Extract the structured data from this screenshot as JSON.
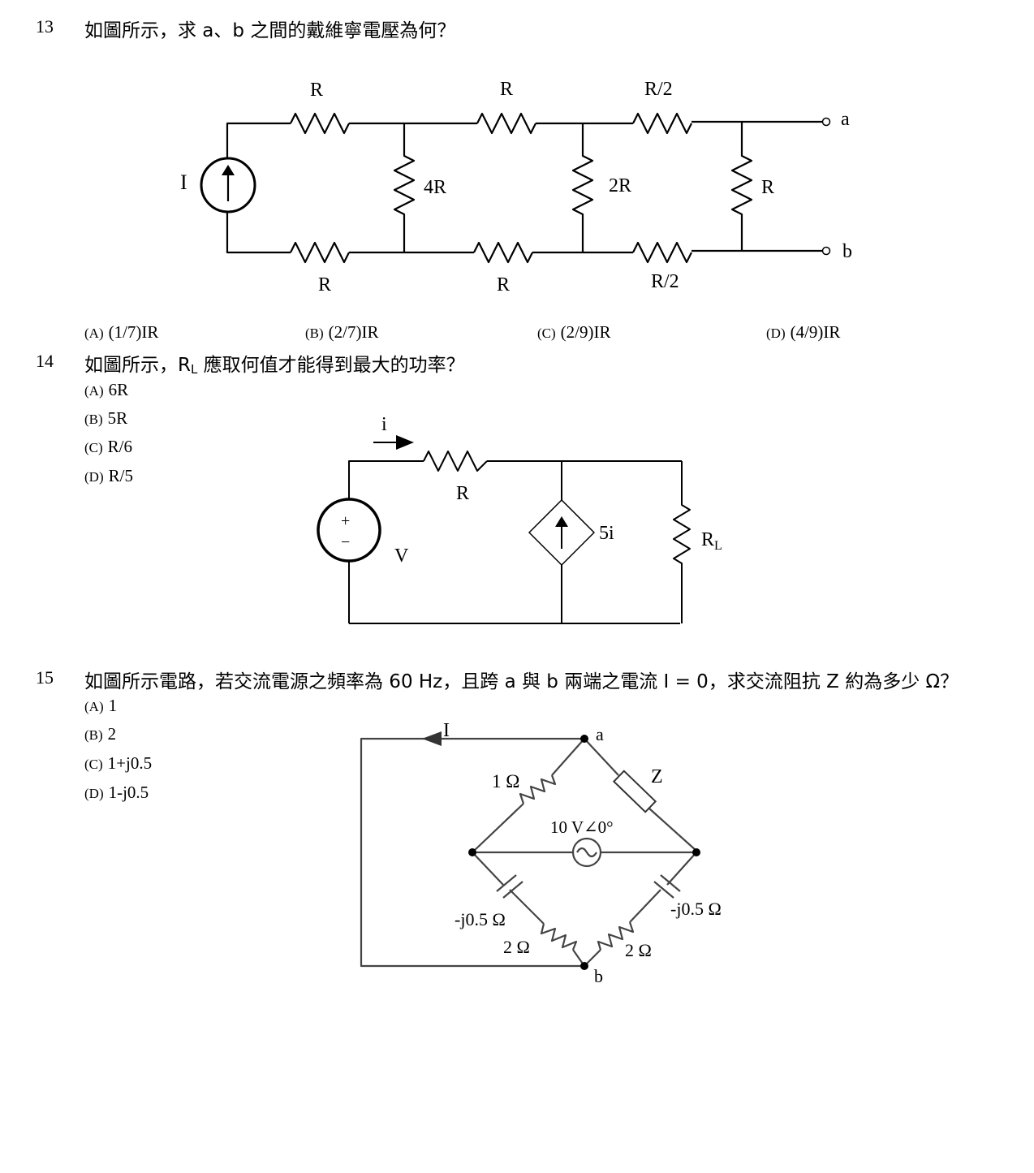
{
  "q13": {
    "num": "13",
    "text": "如圖所示，求 a、b 之間的戴維寧電壓為何？",
    "circuit": {
      "source_label": "I",
      "top_r1": "R",
      "top_r2": "R",
      "top_r3": "R/2",
      "bot_r1": "R",
      "bot_r2": "R",
      "bot_r3": "R/2",
      "shunt1": "4R",
      "shunt2": "2R",
      "shunt3": "R",
      "terminal_a": "a",
      "terminal_b": "b"
    },
    "options": [
      {
        "label": "(A)",
        "text": "(1/7)IR"
      },
      {
        "label": "(B)",
        "text": "(2/7)IR"
      },
      {
        "label": "(C)",
        "text": "(2/9)IR"
      },
      {
        "label": "(D)",
        "text": "(4/9)IR"
      }
    ]
  },
  "q14": {
    "num": "14",
    "text_before": "如圖所示，R",
    "text_sub": "L",
    "text_after": " 應取何值才能得到最大的功率？",
    "options": [
      {
        "label": "(A)",
        "text": "6R"
      },
      {
        "label": "(B)",
        "text": "5R"
      },
      {
        "label": "(C)",
        "text": "R/6"
      },
      {
        "label": "(D)",
        "text": "R/5"
      }
    ],
    "circuit": {
      "current_label": "i",
      "resistor": "R",
      "source_label": "V",
      "plus": "+",
      "minus": "−",
      "dep_source": "5i",
      "load": "R",
      "load_sub": "L"
    }
  },
  "q15": {
    "num": "15",
    "text": "如圖所示電路，若交流電源之頻率為 60 Hz，且跨 a 與 b 兩端之電流 I = 0，求交流阻抗 Z 約為多少 Ω？",
    "options": [
      {
        "label": "(A)",
        "text": "1"
      },
      {
        "label": "(B)",
        "text": "2"
      },
      {
        "label": "(C)",
        "text": "1+j0.5"
      },
      {
        "label": "(D)",
        "text": "1-j0.5"
      }
    ],
    "circuit": {
      "current_label": "I",
      "node_a": "a",
      "node_b": "b",
      "r_top_left": "1 Ω",
      "impedance": "Z",
      "source": "10 V∠0°",
      "cap_left": "-j0.5 Ω",
      "cap_right": "-j0.5 Ω",
      "r_bot_left": "2 Ω",
      "r_bot_right": "2 Ω"
    }
  }
}
